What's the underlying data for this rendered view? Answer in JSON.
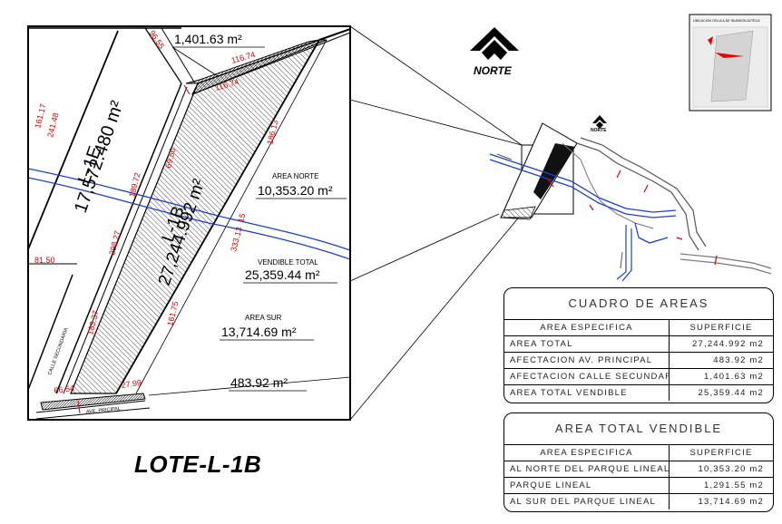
{
  "plan": {
    "lot_east": {
      "id": "L-1E",
      "area": "17,572.480 m²"
    },
    "lot_b": {
      "id": "L-1B",
      "area": "27,244.992 m²"
    },
    "callout_top": "1,401.63 m²",
    "callout_bottom": "483.92 m²",
    "area_norte_label": "AREA NORTE",
    "area_norte_value": "10,353.20 m²",
    "vendible_label": "VENDIBLE TOTAL",
    "vendible_value": "25,359.44 m²",
    "area_sur_label": "AREA SUR",
    "area_sur_value": "13,714.69 m²",
    "street_label": "CALLE SECUNDARIA",
    "avenue_label": "AVE. PRICIPAL",
    "dims": {
      "d1": "96.55",
      "d2": "116.74",
      "d3": "116.74",
      "d4": "161.17",
      "d5": "241.48",
      "d6": "189.72",
      "d7": "69.50",
      "d8": "186.13",
      "d9": "15",
      "d10": "333.13",
      "d11": "81.50",
      "d12": "298.27",
      "d13": "183.37",
      "d14": "161.75",
      "d15": "66.54",
      "d16": "27.99"
    }
  },
  "north_main": "NORTE",
  "north_small": "NORTE",
  "location_map_caption": "UBICACION CELULA DE INVASION AZTECA",
  "title": "LOTE-L-1B",
  "table_areas": {
    "title": "CUADRO DE AREAS",
    "col1": "AREA ESPECIFICA",
    "col2": "SUPERFICIE",
    "rows": [
      {
        "label": "AREA TOTAL",
        "value": "27,244.992 m2"
      },
      {
        "label": "AFECTACION AV. PRINCIPAL",
        "value": "483.92 m2"
      },
      {
        "label": "AFECTACION CALLE SECUNDARIA",
        "value": "1,401.63 m2"
      },
      {
        "label": "AREA TOTAL VENDIBLE",
        "value": "25,359.44 m2"
      }
    ]
  },
  "table_vendible": {
    "title": "AREA TOTAL VENDIBLE",
    "col1": "AREA ESPECIFICA",
    "col2": "SUPERFICIE",
    "rows": [
      {
        "label": "AL NORTE DEL PARQUE LINEAL",
        "value": "10,353.20 m2"
      },
      {
        "label": "PARQUE LINEAL",
        "value": "1,291.55 m2"
      },
      {
        "label": "AL SUR DEL PARQUE LINEAL",
        "value": "13,714.69 m2"
      }
    ]
  }
}
